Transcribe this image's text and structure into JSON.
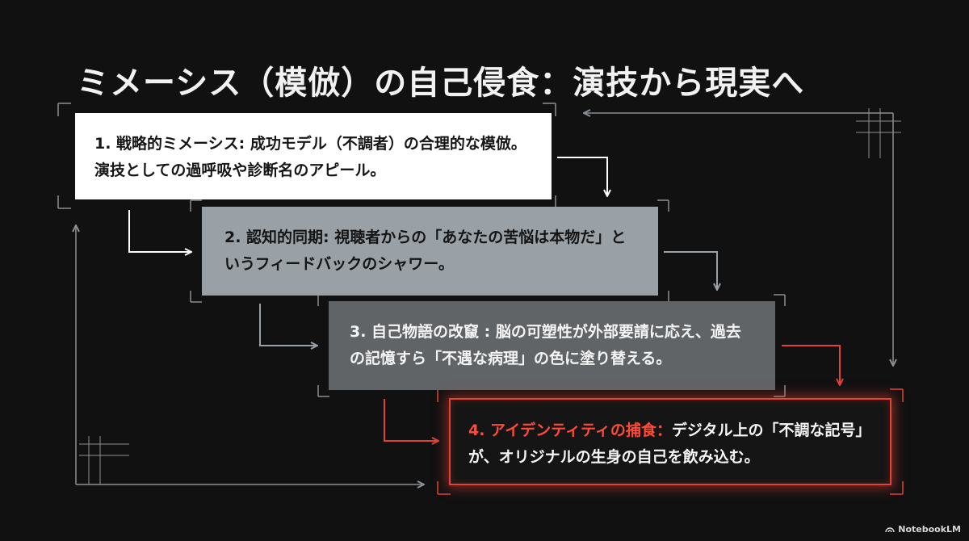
{
  "title": "ミメーシス（模倣）の自己侵食：演技から現実へ",
  "steps": [
    {
      "text": "1. 戦略的ミメーシス: 成功モデル（不調者）の合理的な模倣。演技としての過呼吸や診断名のアピール。"
    },
    {
      "text": "2. 認知的同期: 視聴者からの「あなたの苦悩は本物だ」というフィードバックのシャワー。"
    },
    {
      "text": "3. 自己物語の改竄 : 脳の可塑性が外部要請に応え、過去の記憶すら「不遇な病理」の色に塗り替える。"
    },
    {
      "label": "4. アイデンティティの捕食：",
      "text": "デジタル上の「不調な記号」が、オリジナルの生身の自己を飲み込む。"
    }
  ],
  "branding": "NotebookLM",
  "colors": {
    "background": "#111112",
    "step1": "#ffffff",
    "step2": "#9aa1a6",
    "step3": "#606467",
    "highlight": "#e34234"
  }
}
